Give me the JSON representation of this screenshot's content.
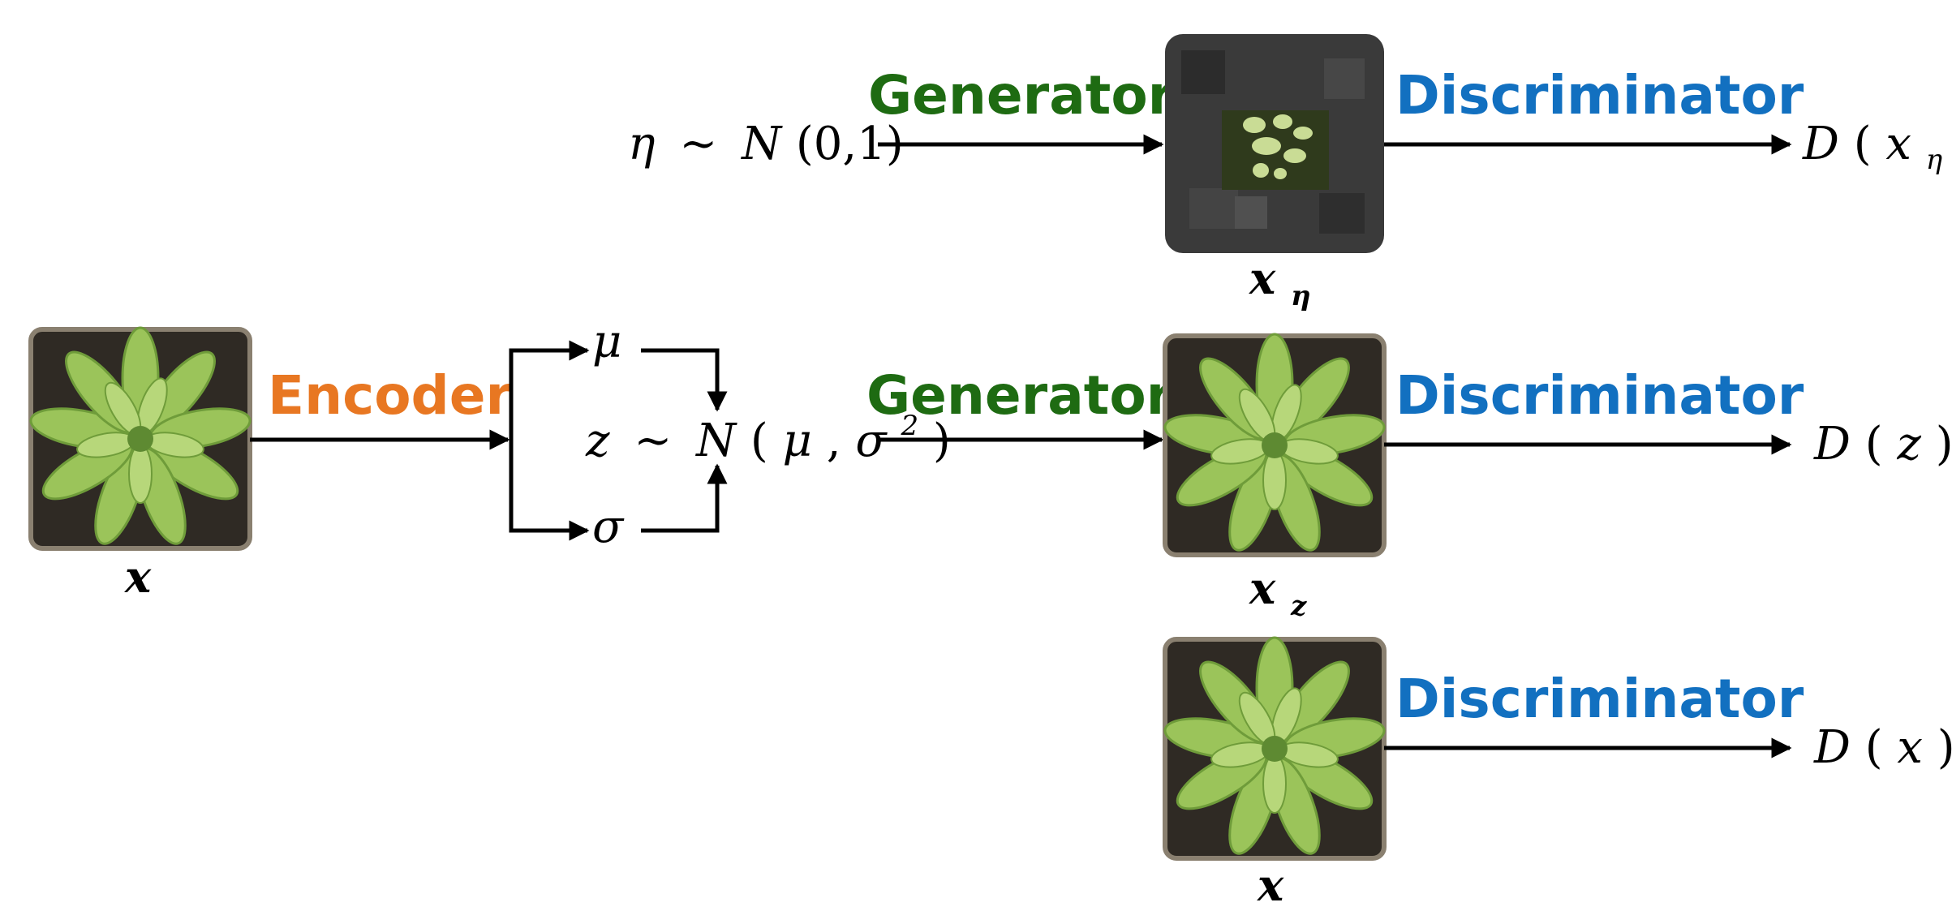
{
  "colors": {
    "encoder": "#e87722",
    "generator": "#1e6b12",
    "discriminator": "#1270c0",
    "arrow": "#000000",
    "soil": "#2f2a24",
    "leaf": "#9bc45a",
    "leaf_dark": "#6f9c3a",
    "noise_tile": "#3a3a3a",
    "background": "#ffffff"
  },
  "blocks": {
    "encoder": "Encoder",
    "generator_noise": "Generator",
    "generator_latent": "Generator",
    "discriminator_noise": "Discriminator",
    "discriminator_latent": "Discriminator",
    "discriminator_real": "Discriminator"
  },
  "math": {
    "eta_var": "η",
    "eta_tilde": "~",
    "eta_dist_N": "N",
    "eta_dist_args": "(0,1)",
    "mu": "μ",
    "sigma": "σ",
    "z_var": "z",
    "z_tilde": "~",
    "z_dist_N": "N",
    "z_dist_open": "(",
    "z_dist_mu": "μ",
    "z_dist_comma": ",",
    "z_dist_sigma": "σ",
    "z_dist_sq": "2",
    "z_dist_close": ")"
  },
  "images": {
    "input": {
      "label": "x",
      "type": "plant"
    },
    "noise_generated": {
      "label": "x",
      "sub": "η",
      "type": "noise-plant"
    },
    "latent_generated": {
      "label": "x",
      "sub": "z",
      "type": "plant"
    },
    "real": {
      "label": "x",
      "type": "plant"
    }
  },
  "outputs": {
    "noise": {
      "D": "D",
      "open": "(",
      "x": "x",
      "sub": "η",
      "close": ")"
    },
    "latent": {
      "D": "D",
      "open": "(",
      "arg": "z",
      "close": ")"
    },
    "real": {
      "D": "D",
      "open": "(",
      "arg": "x",
      "close": ")"
    }
  }
}
